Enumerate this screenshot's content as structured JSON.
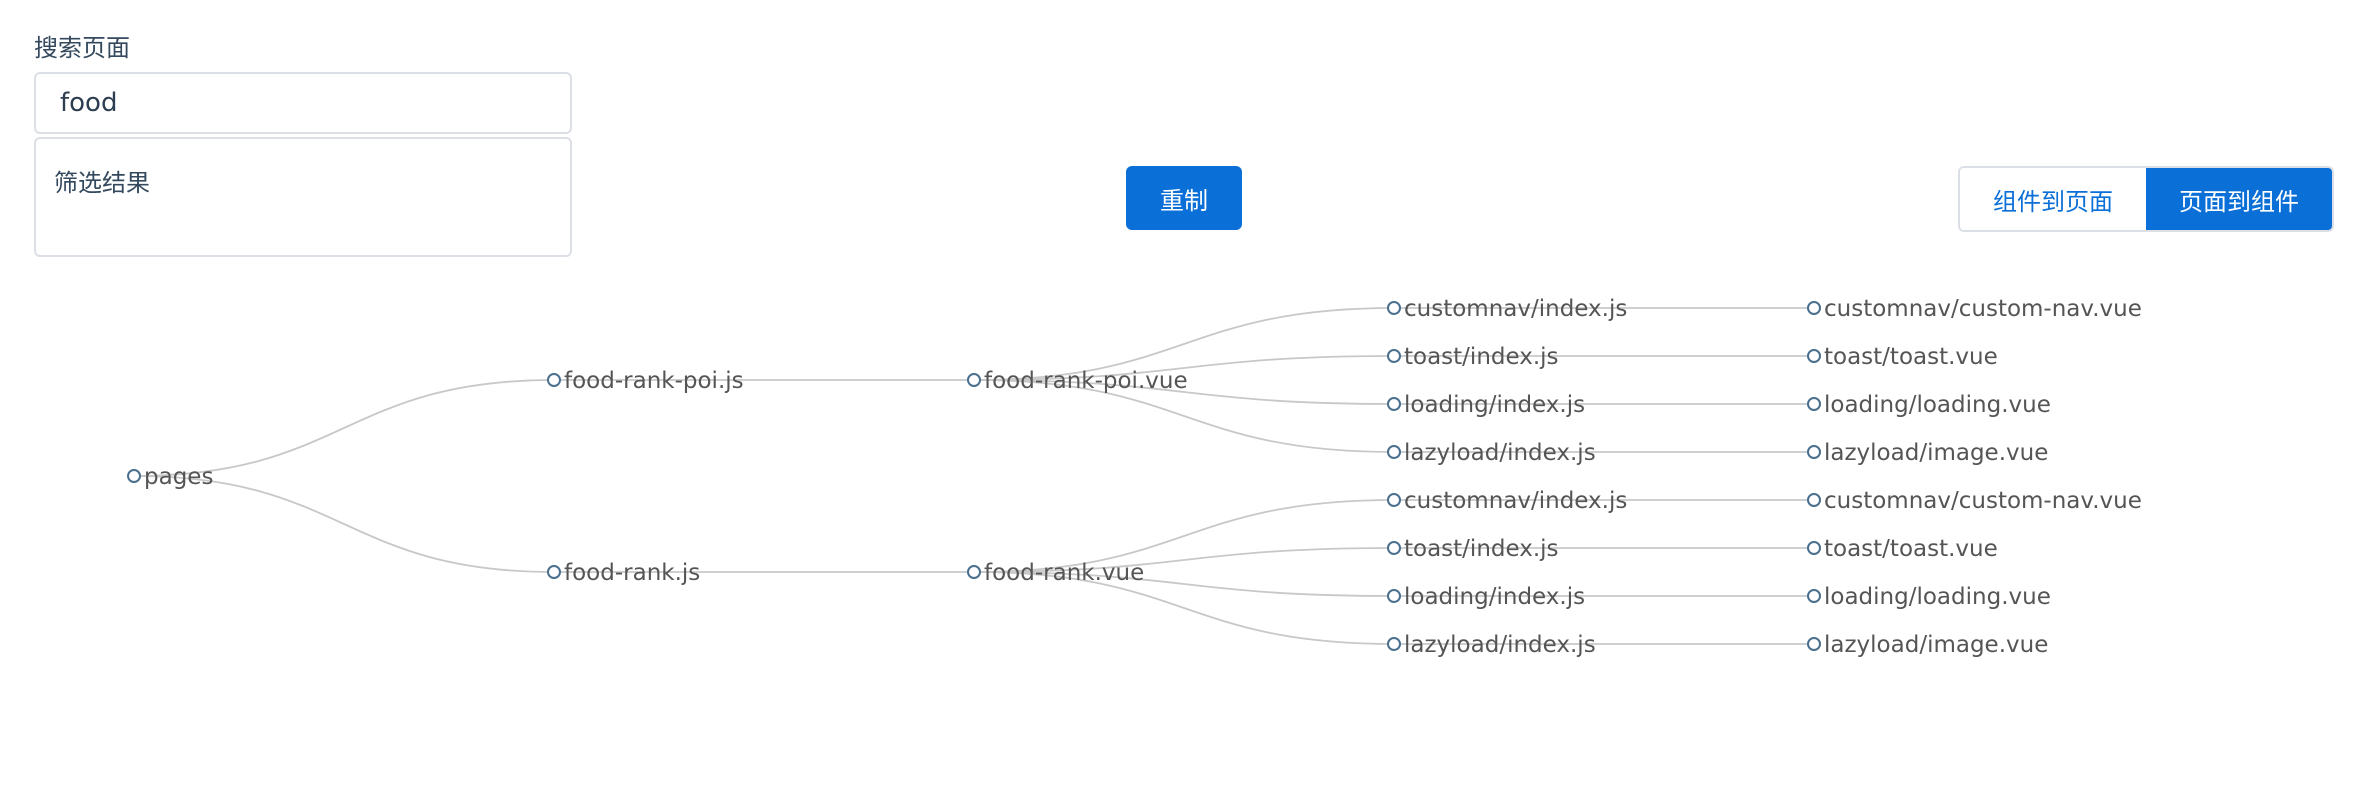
{
  "search": {
    "label": "搜索页面",
    "value": "food"
  },
  "results": {
    "label": "筛选结果"
  },
  "reset_label": "重制",
  "view_toggle": {
    "options": [
      "组件到页面",
      "页面到组件"
    ],
    "active_index": 1
  },
  "colors": {
    "accent": "#0a6fd6",
    "link": "#c8c8c8",
    "node_stroke": "#4a6f8f"
  },
  "tree": {
    "name": "pages",
    "children": [
      {
        "name": "food-rank-poi.js",
        "children": [
          {
            "name": "food-rank-poi.vue",
            "children": [
              {
                "name": "customnav/index.js",
                "children": [
                  {
                    "name": "customnav/custom-nav.vue"
                  }
                ]
              },
              {
                "name": "toast/index.js",
                "children": [
                  {
                    "name": "toast/toast.vue"
                  }
                ]
              },
              {
                "name": "loading/index.js",
                "children": [
                  {
                    "name": "loading/loading.vue"
                  }
                ]
              },
              {
                "name": "lazyload/index.js",
                "children": [
                  {
                    "name": "lazyload/image.vue"
                  }
                ]
              }
            ]
          }
        ]
      },
      {
        "name": "food-rank.js",
        "children": [
          {
            "name": "food-rank.vue",
            "children": [
              {
                "name": "customnav/index.js",
                "children": [
                  {
                    "name": "customnav/custom-nav.vue"
                  }
                ]
              },
              {
                "name": "toast/index.js",
                "children": [
                  {
                    "name": "toast/toast.vue"
                  }
                ]
              },
              {
                "name": "loading/index.js",
                "children": [
                  {
                    "name": "loading/loading.vue"
                  }
                ]
              },
              {
                "name": "lazyload/index.js",
                "children": [
                  {
                    "name": "lazyload/image.vue"
                  }
                ]
              }
            ]
          }
        ]
      }
    ]
  }
}
